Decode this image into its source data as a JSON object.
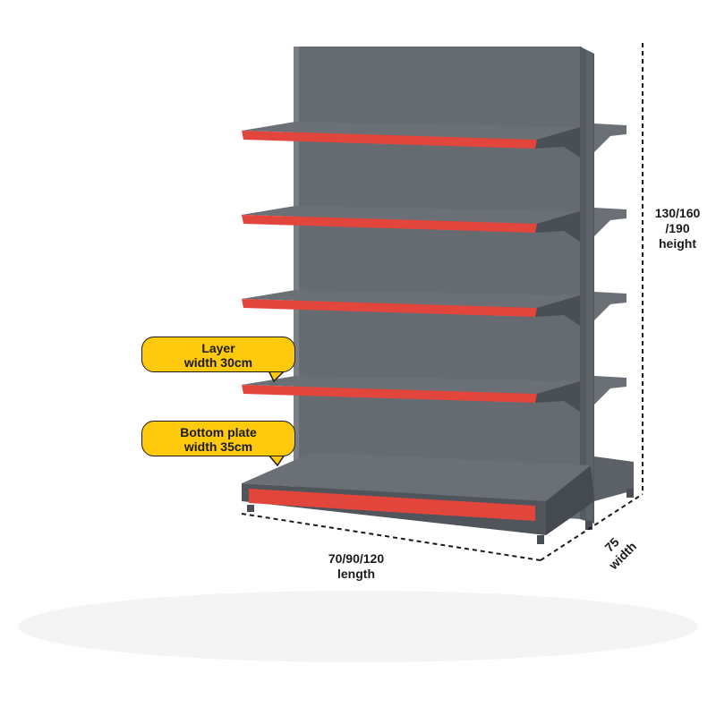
{
  "dimensions": {
    "height_line1": "130/160",
    "height_line2": "/190",
    "height_line3": "height",
    "length_line1": "70/90/120",
    "length_line2": "length",
    "width_line1": "75",
    "width_line2": "width"
  },
  "callouts": {
    "layer_line1": "Layer",
    "layer_line2": "width 30cm",
    "bottom_line1": "Bottom plate",
    "bottom_line2": "width 35cm"
  },
  "colors": {
    "shelf_frame": "#5c6168",
    "shelf_frame_dark": "#4a4f55",
    "shelf_top": "#6b7077",
    "price_strip": "#e2453c",
    "callout_fill": "#ffc90e"
  }
}
